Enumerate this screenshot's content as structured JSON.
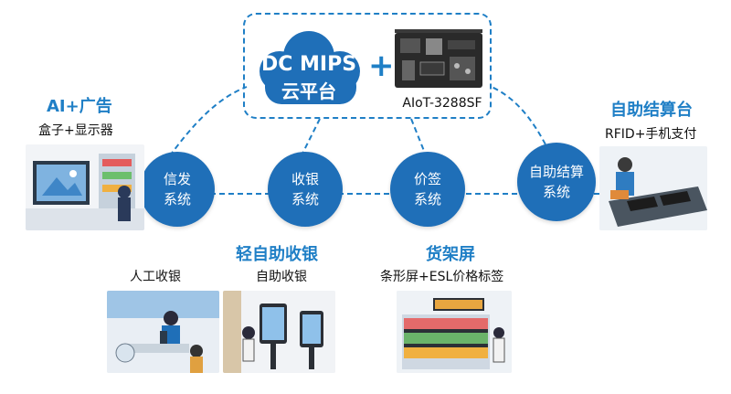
{
  "platform": {
    "title_line1": "DC MIPS",
    "title_line2": "云平台",
    "plus": "+",
    "board_label": "AIoT-3288SF"
  },
  "nodes": [
    {
      "line1": "信发",
      "line2": "系统"
    },
    {
      "line1": "收银",
      "line2": "系统"
    },
    {
      "line1": "价签",
      "line2": "系统"
    },
    {
      "line1": "自助结算",
      "line2": "系统"
    }
  ],
  "labels": {
    "ad_title": "AI+广告",
    "ad_sub": "盒子+显示器",
    "checkout_title": "自助结算台",
    "checkout_sub": "RFID+手机支付",
    "light_title": "轻自助收银",
    "manual_sub": "人工收银",
    "self_sub": "自助收银",
    "shelf_title": "货架屏",
    "shelf_sub": "条形屏+ESL价格标签"
  },
  "colors": {
    "brand_blue": "#1f6fb8",
    "title_blue": "#1f7fc6",
    "dash_blue": "#1f7fc6"
  }
}
